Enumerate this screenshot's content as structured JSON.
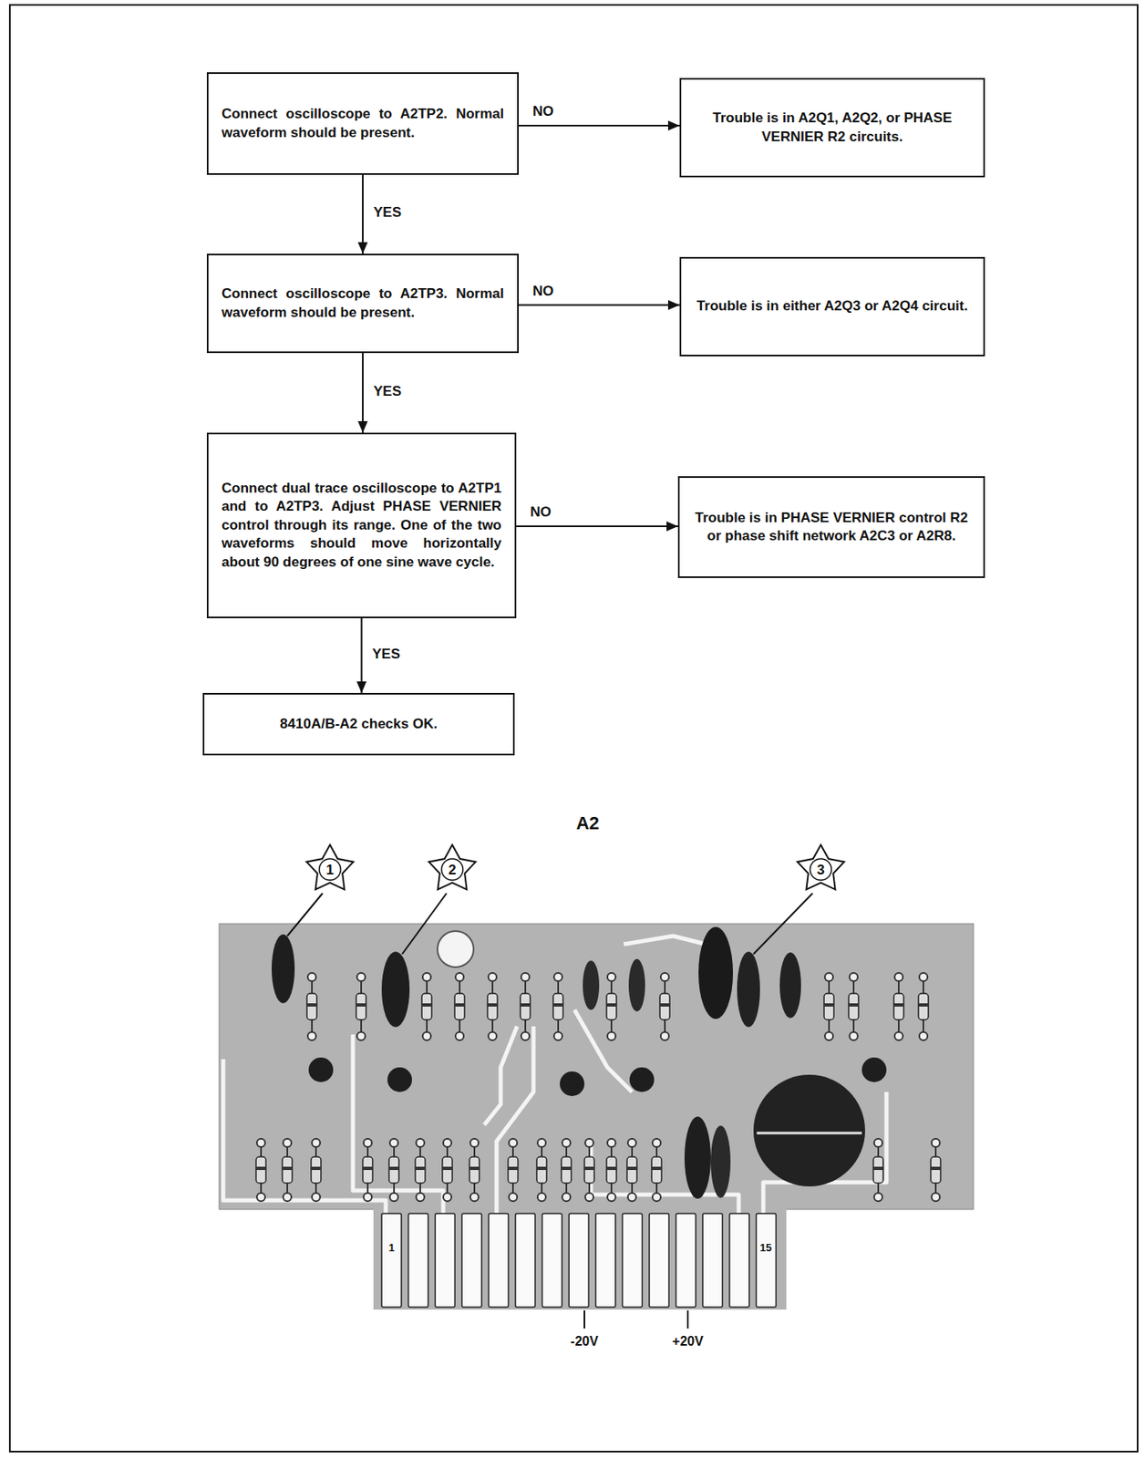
{
  "diagram": {
    "nodes": [
      {
        "text": [
          "Connect oscilloscope to A2TP2. Normal waveform should be present."
        ]
      },
      {
        "text": [
          "Trouble is in A2Q1, A2Q2, or PHASE VERNIER R2 circuits."
        ]
      },
      {
        "text": [
          "Connect oscilloscope to A2TP3. Normal waveform should be present."
        ]
      },
      {
        "text": [
          "Trouble is in either A2Q3 or A2Q4 circuit."
        ]
      },
      {
        "text": [
          "Connect dual trace oscilloscope to A2TP1 and to A2TP3. Adjust PHASE VERNIER control through its range. One of the two waveforms should move horizontally about 90 degrees of one sine wave cycle."
        ]
      },
      {
        "text": [
          "Trouble is in PHASE VERNIER control R2 or phase shift network A2C3 or A2R8."
        ]
      },
      {
        "text": [
          "8410A/B-A2 checks OK."
        ]
      }
    ],
    "edges": [
      {
        "from": 0,
        "to": 1,
        "label": "NO",
        "arrow": "to"
      },
      {
        "from": 0,
        "to": 2,
        "label": "YES",
        "arrow": "to"
      },
      {
        "from": 2,
        "to": 3,
        "label": "NO",
        "arrow": "to"
      },
      {
        "from": 2,
        "to": 4,
        "label": "YES",
        "arrow": "to"
      },
      {
        "from": 4,
        "to": 5,
        "label": "NO",
        "arrow": "to"
      },
      {
        "from": 4,
        "to": 6,
        "label": "YES",
        "arrow": "to"
      }
    ],
    "labels": [
      "A2",
      "1",
      "2",
      "3",
      "1",
      "15",
      "-20V",
      "+20V"
    ]
  }
}
